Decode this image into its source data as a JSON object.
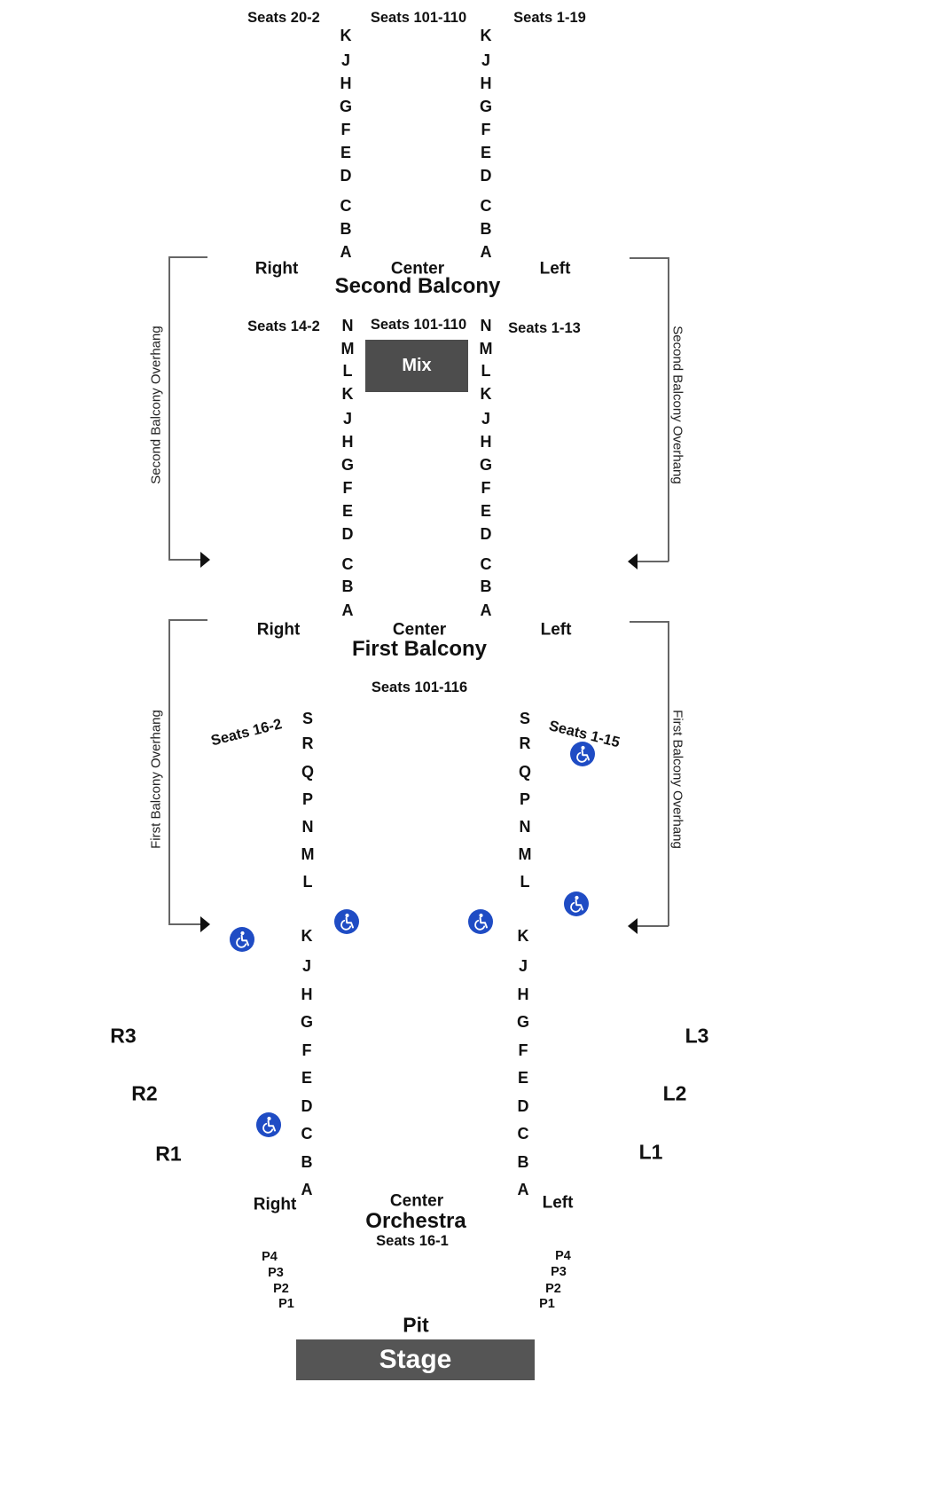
{
  "second_balcony": {
    "seats_right": "Seats 20-2",
    "seats_center": "Seats 101-110",
    "seats_left": "Seats 1-19",
    "rows": [
      "K",
      "J",
      "H",
      "G",
      "F",
      "E",
      "D",
      "C",
      "B",
      "A"
    ],
    "right_label": "Right",
    "center_label": "Center",
    "left_label": "Left",
    "name": "Second Balcony",
    "overhang": "Second Balcony Overhang"
  },
  "first_balcony": {
    "seats_right": "Seats 14-2",
    "seats_center": "Seats 101-110",
    "seats_left": "Seats 1-13",
    "mix_label": "Mix",
    "rows": [
      "N",
      "M",
      "L",
      "K",
      "J",
      "H",
      "G",
      "F",
      "E",
      "D",
      "C",
      "B",
      "A"
    ],
    "right_label": "Right",
    "center_label": "Center",
    "left_label": "Left",
    "name": "First Balcony",
    "overhang": "First Balcony Overhang"
  },
  "orchestra": {
    "seats_center_top": "Seats 101-116",
    "seats_right": "Seats 16-2",
    "seats_left": "Seats 1-15",
    "rows": [
      "S",
      "R",
      "Q",
      "P",
      "N",
      "M",
      "L",
      "K",
      "J",
      "H",
      "G",
      "F",
      "E",
      "D",
      "C",
      "B",
      "A"
    ],
    "right_label": "Right",
    "center_label": "Center",
    "left_label": "Left",
    "name": "Orchestra",
    "seats_bottom": "Seats 16-1",
    "right_boxes": [
      "R3",
      "R2",
      "R1"
    ],
    "left_boxes": [
      "L3",
      "L2",
      "L1"
    ],
    "pit_rows": [
      "P4",
      "P3",
      "P2",
      "P1"
    ],
    "pit_label": "Pit",
    "stage_label": "Stage"
  },
  "colors": {
    "accessible": "#1f4cc4",
    "mix_box": "#4d4d4d",
    "stage_box": "#555555"
  },
  "icons": {
    "accessible": "wheelchair-icon"
  }
}
